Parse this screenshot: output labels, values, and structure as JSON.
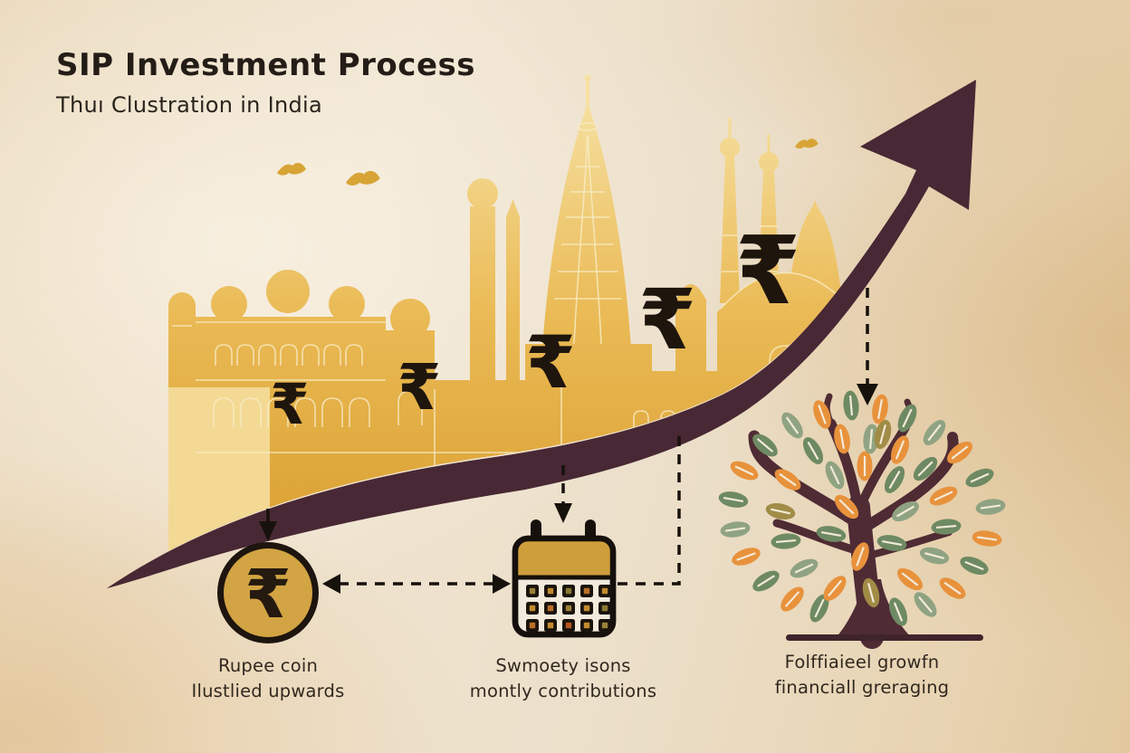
{
  "header": {
    "title": "SIP Investment Process",
    "subtitle": "Thuı Clustration in India"
  },
  "currency": {
    "rupee_symbol": "₹"
  },
  "steps": [
    {
      "name": "rupee-coin",
      "caption_line1": "Rupee coin",
      "caption_line2": "Ilustlied upwards"
    },
    {
      "name": "monthly-calendar",
      "caption_line1": "Swmoety isons",
      "caption_line2": "montly contributions"
    },
    {
      "name": "growth-tree",
      "caption_line1": "Folffiaieel growfn",
      "caption_line2": "financiall greraging"
    }
  ],
  "icons": [
    {
      "name": "rupee-coin-icon"
    },
    {
      "name": "calendar-icon"
    },
    {
      "name": "growth-tree-icon"
    },
    {
      "name": "growth-arrow-icon"
    },
    {
      "name": "bird-icon"
    },
    {
      "name": "city-skyline"
    }
  ],
  "colors": {
    "paper": "#ECE0CB",
    "gold": "#DFA63B",
    "gold_light": "#F4DC96",
    "maroon_arrow": "#482834",
    "ink": "#17110C",
    "coin_gold": "#D2A443",
    "calendar_header": "#CF9E3C",
    "leaf_orange": "#E8923C",
    "leaf_green": "#6E8A63",
    "leaf_sage": "#8FA382",
    "leaf_olive": "#A08C46",
    "trunk": "#4F2B34"
  }
}
